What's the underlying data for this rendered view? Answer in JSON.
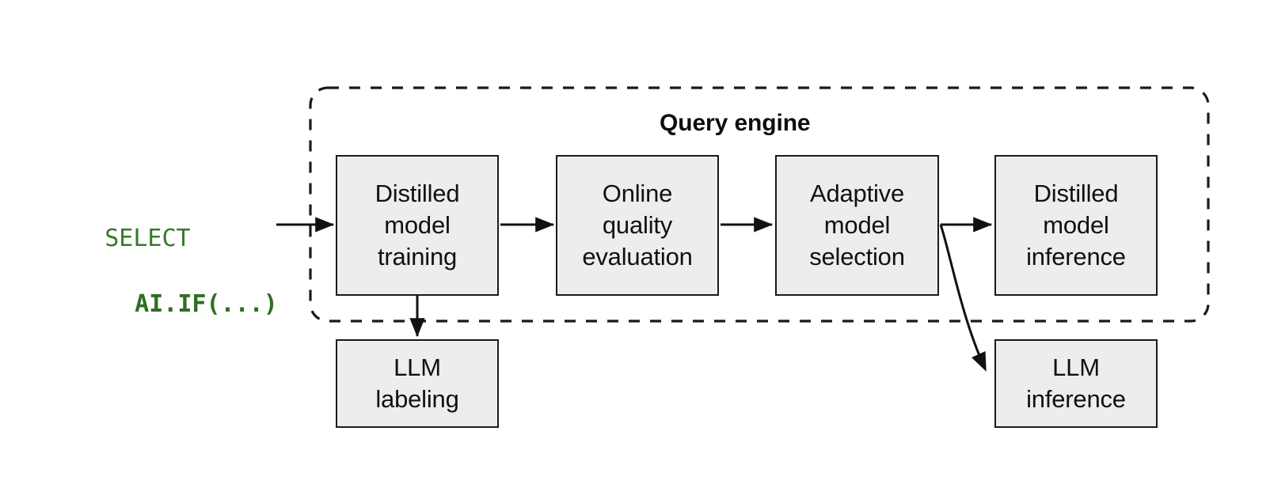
{
  "figure": {
    "background_color": "#ffffff",
    "node_fill": "#ededed",
    "node_stroke": "#1a1a1a",
    "arrow_color": "#111111",
    "query_color": "#357a28"
  },
  "query": {
    "line1": "SELECT",
    "line2": "AI.IF(...)"
  },
  "group": {
    "title": "Query engine",
    "border_style": "dashed"
  },
  "nodes": [
    {
      "id": "distilled-model-training",
      "label": "Distilled\nmodel\ntraining"
    },
    {
      "id": "online-quality-evaluation",
      "label": "Online\nquality\nevaluation"
    },
    {
      "id": "adaptive-model-selection",
      "label": "Adaptive\nmodel\nselection"
    },
    {
      "id": "distilled-model-inference",
      "label": "Distilled\nmodel\ninference"
    },
    {
      "id": "llm-labeling",
      "label": "LLM\nlabeling"
    },
    {
      "id": "llm-inference",
      "label": "LLM\ninference"
    }
  ],
  "edges": [
    {
      "from": "query",
      "to": "distilled-model-training",
      "style": "straight"
    },
    {
      "from": "distilled-model-training",
      "to": "online-quality-evaluation",
      "style": "straight"
    },
    {
      "from": "online-quality-evaluation",
      "to": "adaptive-model-selection",
      "style": "straight"
    },
    {
      "from": "adaptive-model-selection",
      "to": "distilled-model-inference",
      "style": "straight"
    },
    {
      "from": "distilled-model-training",
      "to": "llm-labeling",
      "style": "straight"
    },
    {
      "from": "adaptive-model-selection",
      "to": "llm-inference",
      "style": "curved"
    }
  ]
}
